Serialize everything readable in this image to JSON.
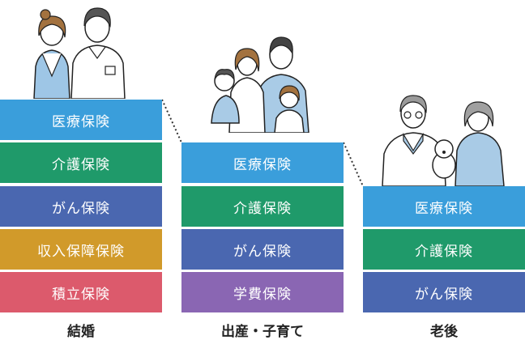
{
  "colors": {
    "iryo": "#3a9edb",
    "kaigo": "#1f9a6a",
    "gan": "#4a67b0",
    "shunyu": "#d19a2a",
    "tsumitate": "#dc5a6c",
    "gakuhi": "#8a66b3"
  },
  "stages": [
    {
      "label": "結婚",
      "items": [
        "医療保険",
        "介護保険",
        "がん保険",
        "収入保障保険",
        "積立保険"
      ]
    },
    {
      "label": "出産・子育て",
      "items": [
        "医療保険",
        "介護保険",
        "がん保険",
        "学費保険"
      ]
    },
    {
      "label": "老後",
      "items": [
        "医療保険",
        "介護保険",
        "がん保険"
      ]
    }
  ]
}
